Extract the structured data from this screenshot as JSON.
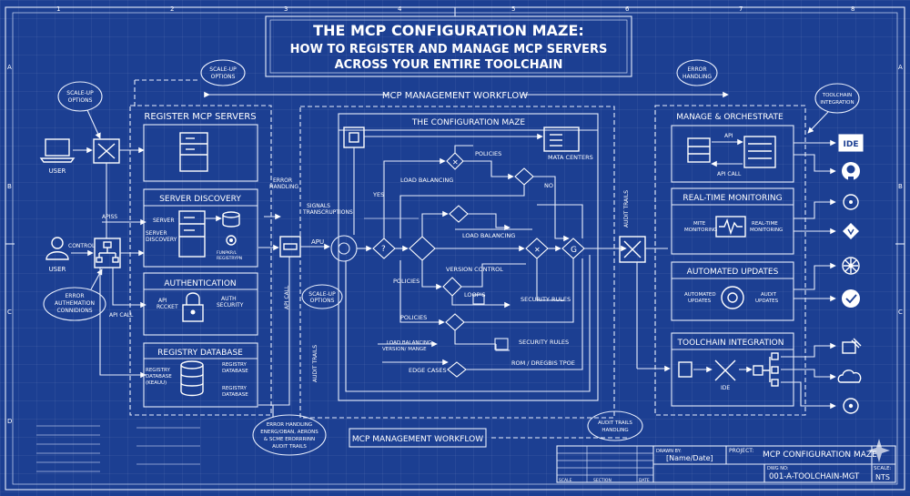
{
  "title": {
    "line1": "THE MCP CONFIGURATION MAZE:",
    "line2": "HOW TO REGISTER AND MANAGE MCP SERVERS",
    "line3": "ACROSS YOUR ENTIRE TOOLCHAIN"
  },
  "grid": {
    "cols": [
      "1",
      "2",
      "3",
      "4",
      "5",
      "6",
      "7",
      "8"
    ],
    "rows": [
      "A",
      "B",
      "C",
      "D"
    ]
  },
  "workflow_top": "MCP MANAGEMENT WORKFLOW",
  "workflow_bottom": "MCP MANAGEMENT WORKFLOW",
  "left": {
    "user1": "USER",
    "user2": "USER",
    "control": "CONTROL",
    "scale_up_bubble": [
      "SCALE-UP",
      "OPTIONS"
    ],
    "scale_up_top": [
      "SCALE-UP",
      "OPTIONS"
    ],
    "error_bubble": [
      "ERROR",
      "AUTHEMATION",
      "CONNIDIONS"
    ],
    "apiss": "APISS",
    "api_call": "API CALL"
  },
  "register": {
    "title": "REGISTER MCP SERVERS",
    "discovery_title": "SERVER DISCOVERY",
    "disc_server": "SERVER",
    "disc_server2": [
      "SERVER",
      "DISCOVERY"
    ],
    "disc_pipe": [
      "FUNPKR/L",
      "REGISTRYPN"
    ],
    "auth_title": "AUTHENTICATION",
    "auth_api": [
      "API",
      "RCCKET"
    ],
    "auth_security": [
      "AUTH",
      "SECURITY"
    ],
    "registry_title": "REGISTRY DATABASE",
    "reg_left": [
      "REGISTRY",
      "DATABASE",
      "(KEAUU)"
    ],
    "reg_right1": [
      "REGISTRY",
      "DATABASE"
    ],
    "reg_right2": [
      "REGISTRY",
      "DATABASE"
    ]
  },
  "mid_labels": {
    "error_handling": [
      "ERROR",
      "HANDLING"
    ],
    "signals": [
      "SIGNALS",
      "TRANSCRUPTIONS"
    ],
    "apu": "APU",
    "api_call_v": "API CALL",
    "scale_up": [
      "SCALE-UP",
      "OPTIONS"
    ],
    "audit_trails_v": "AUDIT TRAILS",
    "bottom_bubble": [
      "ERROR HANDLING",
      "ENERG/OBAN, AERONS",
      "& SCME ERORRRINN",
      "AUDIT TRAILS"
    ]
  },
  "maze": {
    "title": "THE CONFIGURATION MAZE",
    "policies1": "POLICIES",
    "mata_centers": "MATA CENTERS",
    "no": "NO",
    "yes": "YES",
    "load_balancing1": "LOAD BALANCING",
    "load_balancing2": "LOAD BALANCING",
    "policies2": "POLICIES",
    "version_control": "VERSION CONTROL",
    "loops": "LOOP'S",
    "security_rules1": "SECURITY RULES",
    "policies3": "POLICIES",
    "load_balancing3": [
      "LOAD BALANCING",
      "VERSION/ MANGE"
    ],
    "security_rules2": "SECURITY RULES",
    "edge_cases": "EDGE CASES",
    "rom": "ROM / DREGBIS TPOE"
  },
  "right": {
    "error_bubble": [
      "ERROR",
      "HANDLING"
    ],
    "toolchain_bubble": [
      "TOOLCHAIN",
      "INTEGRATION"
    ],
    "audit_trails_v": "AUDIT TRAILS",
    "audit_bubble": [
      "AUDIT TRAILS",
      "HANDLING"
    ],
    "manage_title": "MANAGE & ORCHESTRATE",
    "api": "API",
    "api_call": "API CALL",
    "monitoring_title": "REAL-TIME MONITORING",
    "mite": [
      "MITE",
      "MONITORING"
    ],
    "realtime": [
      "REAL-TIME",
      "MONITORING"
    ],
    "updates_title": "AUTOMATED UPDATES",
    "auto_updates": [
      "AUTOMATED",
      "UPDATES"
    ],
    "audit_updates": [
      "AUDIT",
      "UPDATES"
    ],
    "toolchain_title": "TOOLCHAIN INTEGRATION",
    "ide": "IDE",
    "ide_icon": "IDE"
  },
  "icons": [
    "laptop-icon",
    "tools-icon",
    "user-icon",
    "hierarchy-icon",
    "server-icon",
    "database-icon",
    "lock-icon",
    "wrench-icon",
    "ide-icon",
    "github-icon",
    "webhook-icon",
    "gitlab-icon",
    "kubernetes-icon",
    "ci-icon",
    "cloud-icon",
    "gear-icon"
  ],
  "titleblock": {
    "drawn_by_label": "DRAWN BY:",
    "drawn_by": "[Name/Date]",
    "project_label": "PROJECT:",
    "project": "MCP CONFIGURATION MAZE",
    "dwg_label": "DWG NO:",
    "dwg": "001-A-TOOLCHAIN-MGT",
    "scale_label": "SCALE:",
    "scale": "NTS",
    "cells": [
      "SCALE",
      "SECTION",
      "DATE"
    ]
  },
  "colors": {
    "background": "#1c3f92",
    "line": "#ffffff"
  }
}
